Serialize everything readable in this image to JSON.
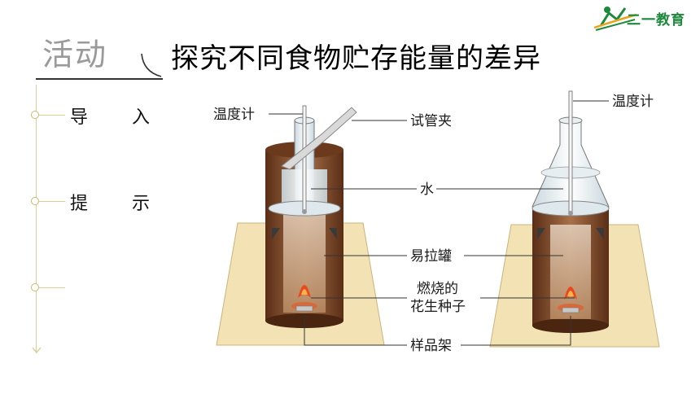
{
  "header": {
    "logo_text": "二一教育",
    "activity_label": "活动",
    "title": "探究不同食物贮存能量的差异"
  },
  "sidebar": {
    "items": [
      {
        "label": "导入"
      },
      {
        "label": "提示"
      },
      {
        "label": ""
      }
    ]
  },
  "diagram": {
    "labels": {
      "thermometer_left": "温度计",
      "test_tube_clamp": "试管夹",
      "water": "水",
      "thermometer_right": "温度计",
      "can": "易拉罐",
      "burning_seed_line1": "燃烧的",
      "burning_seed_line2": "花生种子",
      "sample_rack": "样品架"
    }
  }
}
